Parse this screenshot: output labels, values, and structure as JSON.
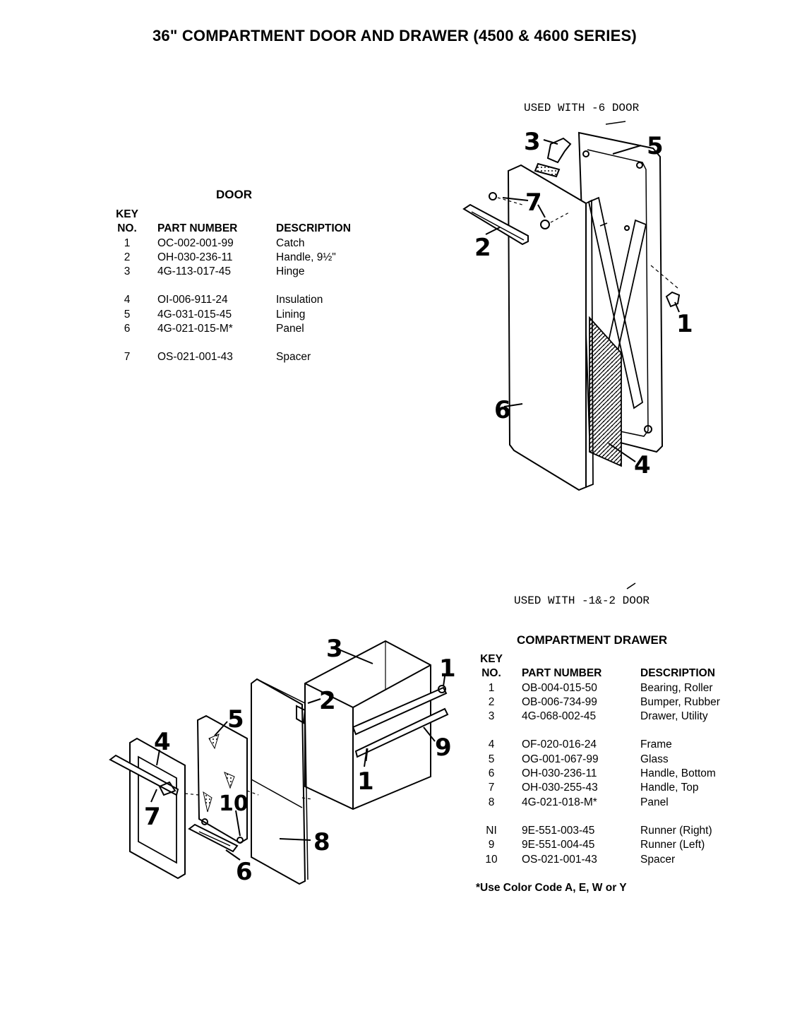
{
  "title": "36\" COMPARTMENT DOOR AND DRAWER (4500 & 4600 SERIES)",
  "door": {
    "heading": "DOOR",
    "used_with": "USED WITH -6 DOOR",
    "columns": {
      "key_top": "KEY",
      "key": "NO.",
      "part_number": "PART NUMBER",
      "description": "DESCRIPTION"
    },
    "rows": [
      {
        "key": "1",
        "part_number": "OC-002-001-99",
        "description": "Catch"
      },
      {
        "key": "2",
        "part_number": "OH-030-236-11",
        "description": "Handle, 9½\""
      },
      {
        "key": "3",
        "part_number": "4G-113-017-45",
        "description": "Hinge"
      },
      {
        "key": "4",
        "part_number": "OI-006-911-24",
        "description": "Insulation"
      },
      {
        "key": "5",
        "part_number": "4G-031-015-45",
        "description": "Lining"
      },
      {
        "key": "6",
        "part_number": "4G-021-015-M*",
        "description": "Panel"
      },
      {
        "key": "7",
        "part_number": "OS-021-001-43",
        "description": "Spacer"
      }
    ],
    "callouts": [
      "3",
      "5",
      "7",
      "2",
      "1",
      "6",
      "4"
    ]
  },
  "drawer": {
    "heading": "COMPARTMENT DRAWER",
    "used_with": "USED WITH -1&-2 DOOR",
    "columns": {
      "key_top": "KEY",
      "key": "NO.",
      "part_number": "PART NUMBER",
      "description": "DESCRIPTION"
    },
    "rows": [
      {
        "key": "1",
        "part_number": "OB-004-015-50",
        "description": "Bearing, Roller"
      },
      {
        "key": "2",
        "part_number": "OB-006-734-99",
        "description": "Bumper, Rubber"
      },
      {
        "key": "3",
        "part_number": "4G-068-002-45",
        "description": "Drawer, Utility"
      },
      {
        "key": "4",
        "part_number": "OF-020-016-24",
        "description": "Frame"
      },
      {
        "key": "5",
        "part_number": "OG-001-067-99",
        "description": "Glass"
      },
      {
        "key": "6",
        "part_number": "OH-030-236-11",
        "description": "Handle, Bottom"
      },
      {
        "key": "7",
        "part_number": "OH-030-255-43",
        "description": "Handle, Top"
      },
      {
        "key": "8",
        "part_number": "4G-021-018-M*",
        "description": "Panel"
      },
      {
        "key": "NI",
        "part_number": "9E-551-003-45",
        "description": "Runner (Right)"
      },
      {
        "key": "9",
        "part_number": "9E-551-004-45",
        "description": "Runner (Left)"
      },
      {
        "key": "10",
        "part_number": "OS-021-001-43",
        "description": "Spacer"
      }
    ],
    "note": "*Use Color Code A, E, W or Y",
    "callouts": [
      "3",
      "1",
      "2",
      "9",
      "1",
      "5",
      "4",
      "7",
      "10",
      "8",
      "6"
    ]
  }
}
